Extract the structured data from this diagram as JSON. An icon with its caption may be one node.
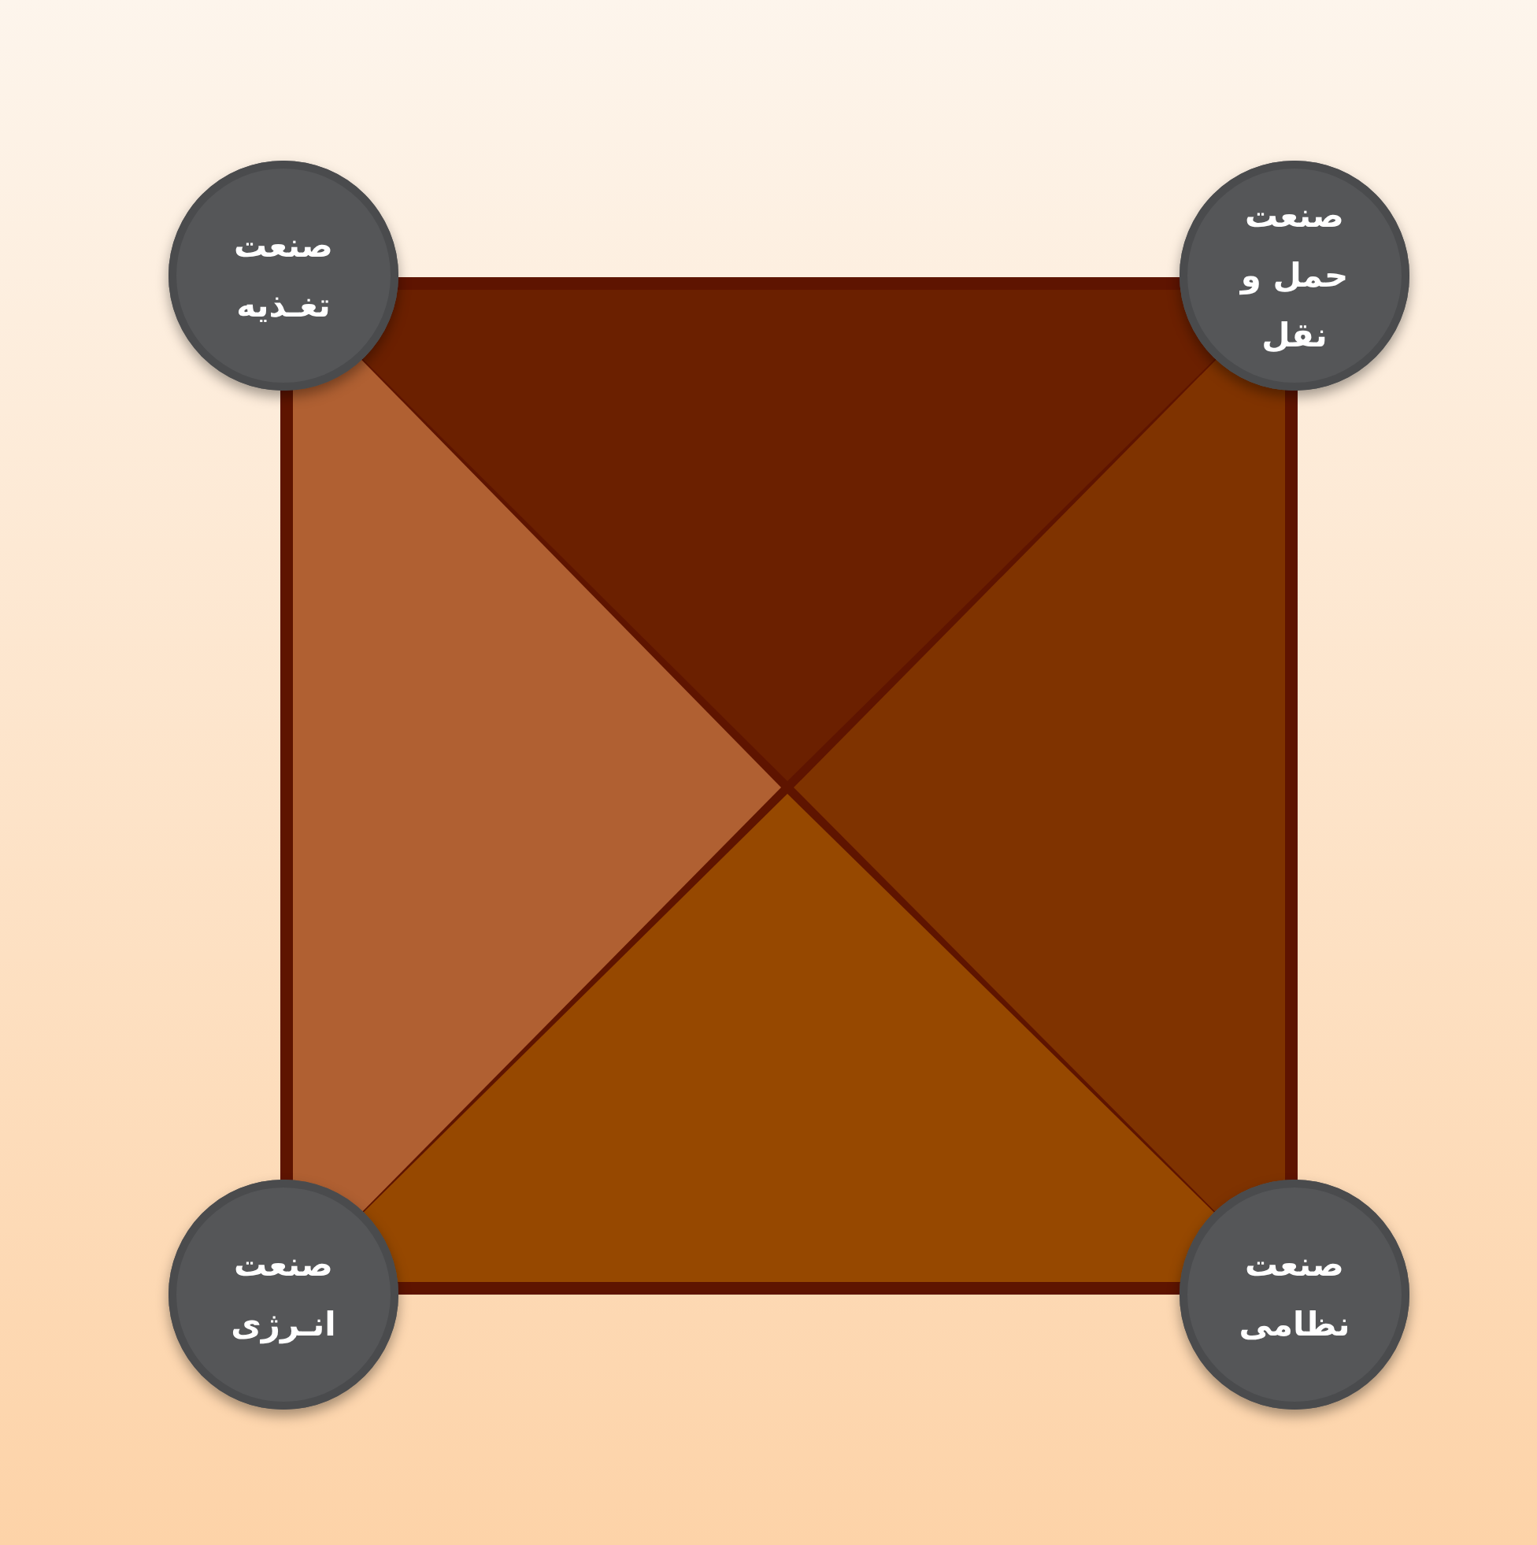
{
  "diagram": {
    "nodes": [
      {
        "text": [
          "صنعت تغـذیه"
        ]
      },
      {
        "text": [
          "صنعت حمل و نقل"
        ]
      },
      {
        "text": [
          "صنعت انـرژی"
        ]
      },
      {
        "text": [
          "صنعت نظامی"
        ]
      }
    ]
  }
}
